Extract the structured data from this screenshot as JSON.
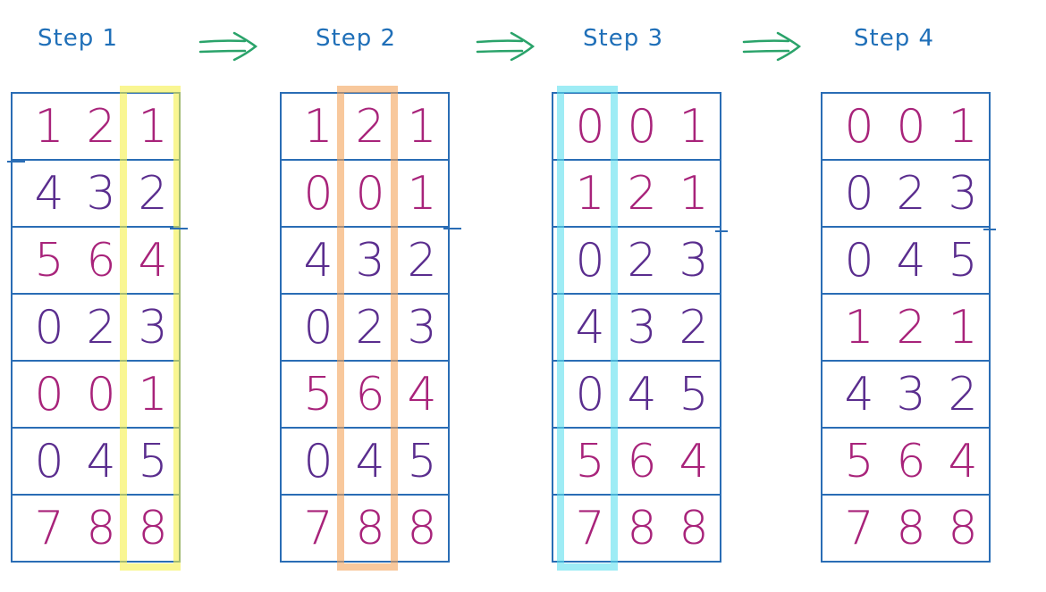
{
  "steps": [
    {
      "title": "Step 1",
      "rows": [
        [
          "1",
          "2",
          "1"
        ],
        [
          "4",
          "3",
          "2"
        ],
        [
          "5",
          "6",
          "4"
        ],
        [
          "0",
          "2",
          "3"
        ],
        [
          "0",
          "0",
          "1"
        ],
        [
          "0",
          "4",
          "5"
        ],
        [
          "7",
          "8",
          "8"
        ]
      ],
      "highlight_col": 2,
      "highlight_color": "#f5f04a"
    },
    {
      "title": "Step 2",
      "rows": [
        [
          "1",
          "2",
          "1"
        ],
        [
          "0",
          "0",
          "1"
        ],
        [
          "4",
          "3",
          "2"
        ],
        [
          "0",
          "2",
          "3"
        ],
        [
          "5",
          "6",
          "4"
        ],
        [
          "0",
          "4",
          "5"
        ],
        [
          "7",
          "8",
          "8"
        ]
      ],
      "highlight_col": 1,
      "highlight_color": "#f3a35a"
    },
    {
      "title": "Step 3",
      "rows": [
        [
          "0",
          "0",
          "1"
        ],
        [
          "1",
          "2",
          "1"
        ],
        [
          "0",
          "2",
          "3"
        ],
        [
          "4",
          "3",
          "2"
        ],
        [
          "0",
          "4",
          "5"
        ],
        [
          "5",
          "6",
          "4"
        ],
        [
          "7",
          "8",
          "8"
        ]
      ],
      "highlight_col": 0,
      "highlight_color": "#5ee0ee"
    },
    {
      "title": "Step 4",
      "rows": [
        [
          "0",
          "0",
          "1"
        ],
        [
          "0",
          "2",
          "3"
        ],
        [
          "0",
          "4",
          "5"
        ],
        [
          "1",
          "2",
          "1"
        ],
        [
          "4",
          "3",
          "2"
        ],
        [
          "5",
          "6",
          "4"
        ],
        [
          "7",
          "8",
          "8"
        ]
      ],
      "highlight_col": null,
      "highlight_color": null
    }
  ],
  "colors": {
    "title": "#1f6fb8",
    "grid": "#2a6db5",
    "arrow": "#2aa36a",
    "digit_purple": "#5a2d8e",
    "digit_magenta": "#a8237a"
  },
  "row_colors": {
    "1 2 1": "magenta",
    "4 3 2": "purple",
    "5 6 4": "magenta",
    "0 2 3": "purple",
    "0 0 1": "magenta",
    "0 4 5": "purple",
    "7 8 8": "magenta"
  }
}
